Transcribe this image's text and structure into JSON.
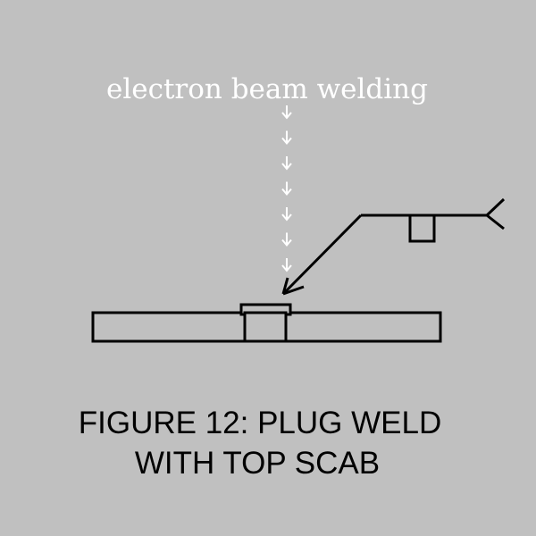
{
  "beam": {
    "label": "electron beam welding",
    "arrow_count": 7,
    "arrow_color": "#ffffff"
  },
  "caption": {
    "line1": "FIGURE 12:  PLUG WELD",
    "line2": "WITH TOP SCAB"
  },
  "colors": {
    "background": "#c0c0c0",
    "ink": "#000000",
    "beam": "#ffffff"
  }
}
